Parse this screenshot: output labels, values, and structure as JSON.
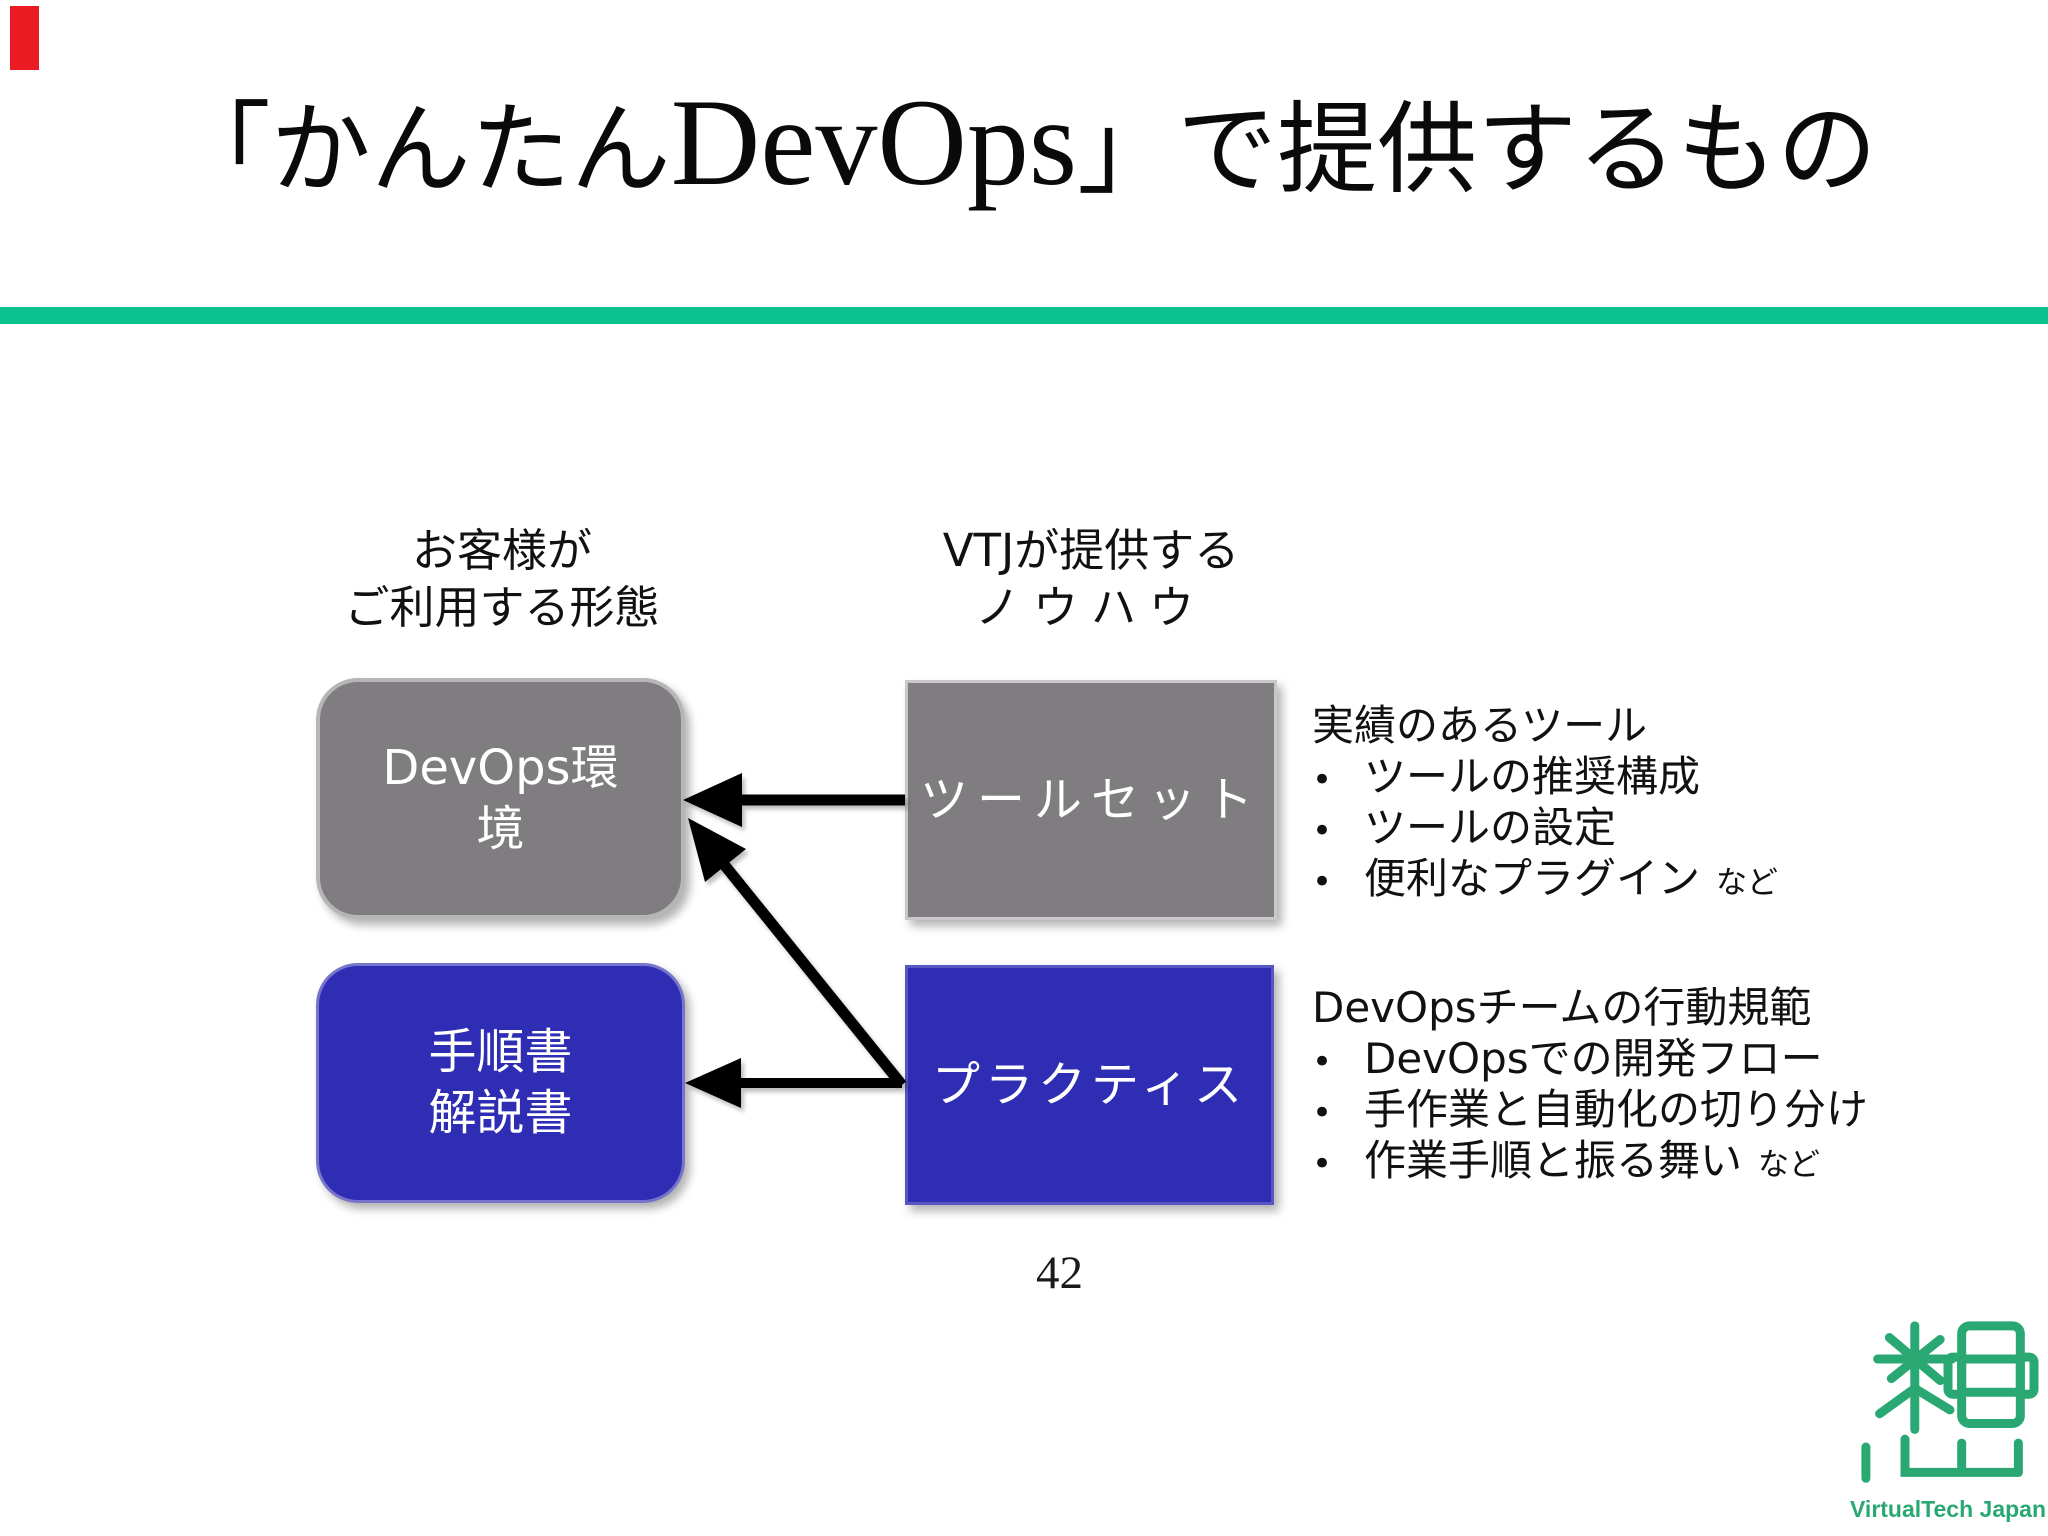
{
  "slide": {
    "title_prefix": "「かんたん",
    "title_latin": "DevOps",
    "title_suffix": "」で提供するもの",
    "page_number": "42"
  },
  "headers": {
    "customer_line1": "お客様が",
    "customer_line2": "ご利用する形態",
    "vtj_line1": "VTJが提供する",
    "vtj_line2": "ノウハウ"
  },
  "boxes": {
    "devops_env_label": "DevOps環境",
    "toolset_label": "ツールセット",
    "manual_line1": "手順書",
    "manual_line2": "解説書",
    "practice_label": "プラクティス"
  },
  "notes": {
    "bullet_char": "•",
    "toolset": {
      "heading": "実績のあるツール",
      "bullet1": "ツールの推奨構成",
      "bullet2": "ツールの設定",
      "bullet3": "便利なプラグイン",
      "etc": "など"
    },
    "practice": {
      "heading": "DevOpsチームの行動規範",
      "bullet1": "DevOpsでの開発フロー",
      "bullet2": "手作業と自動化の切り分け",
      "bullet3": "作業手順と振る舞い",
      "etc": "など"
    }
  },
  "logo": {
    "text": "VirtualTech Japan"
  },
  "colors": {
    "accent_bar_green": "#0BC38F",
    "box_gray": "#7F7D7F",
    "box_blue": "#2E2DB4",
    "logo_green": "#2AA873",
    "corner_marker_red": "#EA1B22",
    "arrow_black": "#000000"
  }
}
